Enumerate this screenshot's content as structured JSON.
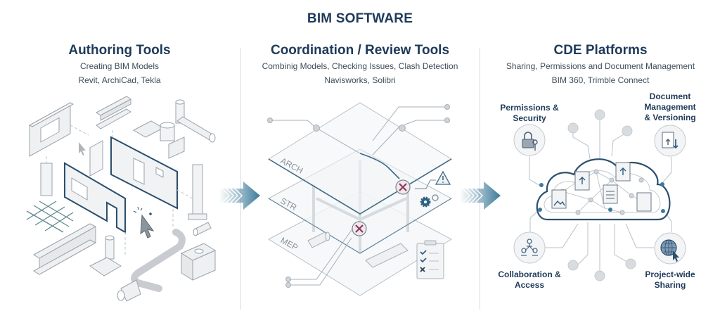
{
  "title": "BIM SOFTWARE",
  "columns": [
    {
      "heading": "Authoring Tools",
      "subtitle": "Creating BIM Models",
      "tools": "Revit, ArchiCad, Tekla",
      "illustration": "isometric-building-components"
    },
    {
      "heading": "Coordination / Review Tools",
      "subtitle": "Combinig Models, Checking Issues, Clash Detection",
      "tools": "Navisworks, Solibri",
      "illustration": "stacked-model-layers",
      "layers": [
        "ARCH",
        "STR",
        "MEP"
      ]
    },
    {
      "heading": "CDE Platforms",
      "subtitle": "Sharing, Permissions and Document Management",
      "tools": "BIM 360, Trimble Connect",
      "illustration": "cloud-network",
      "features": [
        {
          "label_l1": "Permissions &",
          "label_l2": "Security",
          "icon": "lock-key-icon"
        },
        {
          "label_l1": "Document",
          "label_l2": "Management",
          "label_l3": "& Versioning",
          "icon": "document-version-icon"
        },
        {
          "label_l1": "Collaboration &",
          "label_l2": "Access",
          "icon": "people-network-icon"
        },
        {
          "label_l1": "Project-wide",
          "label_l2": "Sharing",
          "icon": "globe-cursor-icon"
        }
      ]
    }
  ],
  "colors": {
    "heading": "#1e3a5a",
    "accent": "#3c7a99",
    "clash": "#8c3a5a",
    "line": "#b8c0c8"
  }
}
